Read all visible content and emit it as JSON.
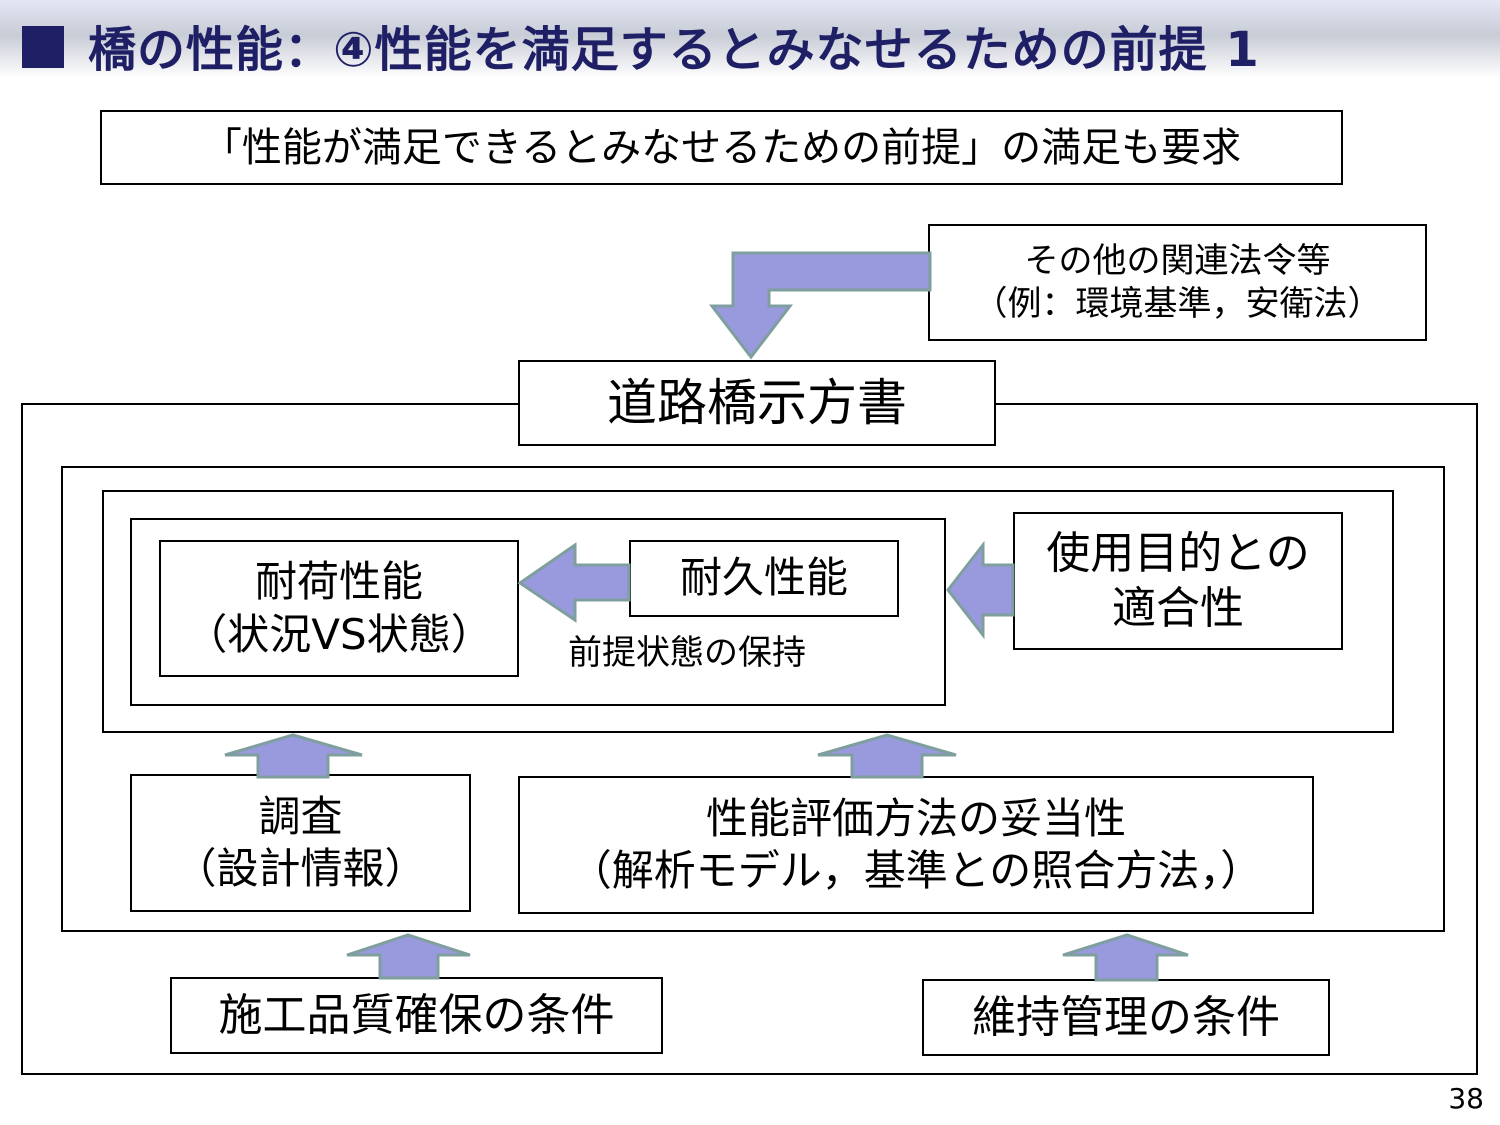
{
  "slide": {
    "title": "橋の性能：④性能を満足するとみなせるための前提 1",
    "subtitle": "「性能が満足できるとみなせるための前提」の満足も要求",
    "page_number": "38"
  },
  "colors": {
    "title": "#1f1f66",
    "arrow_fill": "#9999dd",
    "arrow_stroke": "#7f9f9f"
  },
  "diagram": {
    "related_laws": {
      "line1": "その他の関連法令等",
      "line2": "（例：環境基準，安衛法）"
    },
    "specification": "道路橋示方書",
    "load_performance": {
      "line1": "耐荷性能",
      "line2": "（状況VS状態）"
    },
    "durability": "耐久性能",
    "premise_label": "前提状態の保持",
    "fitness": {
      "line1": "使用目的との",
      "line2": "適合性"
    },
    "survey": {
      "line1": "調査",
      "line2": "（設計情報）"
    },
    "evaluation": {
      "line1": "性能評価方法の妥当性",
      "line2": "（解析モデル，基準との照合方法，）"
    },
    "construction": "施工品質確保の条件",
    "maintenance": "維持管理の条件"
  }
}
